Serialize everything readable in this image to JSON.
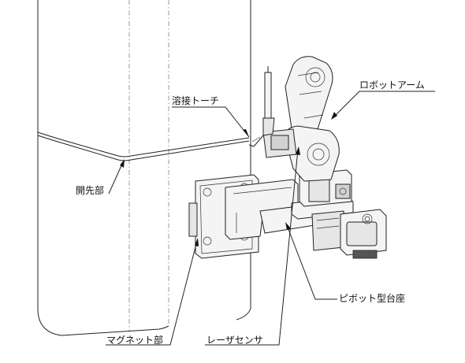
{
  "labels": {
    "welding_torch": "溶接トーチ",
    "robot_arm": "ロボットアーム",
    "groove": "開先部",
    "pivot_base": "ピボット型台座",
    "magnet": "マグネット部",
    "laser_sensor": "レーザセンサ"
  }
}
